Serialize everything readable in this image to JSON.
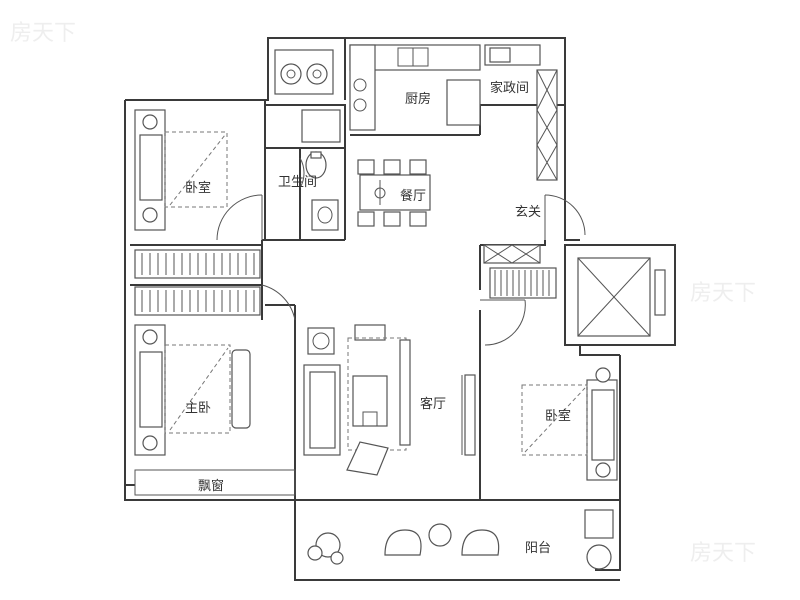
{
  "rooms": {
    "kitchen": "厨房",
    "utility": "家政间",
    "bedroom_nw": "卧室",
    "bathroom": "卫生间",
    "dining": "餐厅",
    "entrance": "玄关",
    "master_bedroom": "主卧",
    "living": "客厅",
    "bedroom_east": "卧室",
    "bay_window": "飘窗",
    "balcony": "阳台"
  },
  "watermark": "房天下"
}
